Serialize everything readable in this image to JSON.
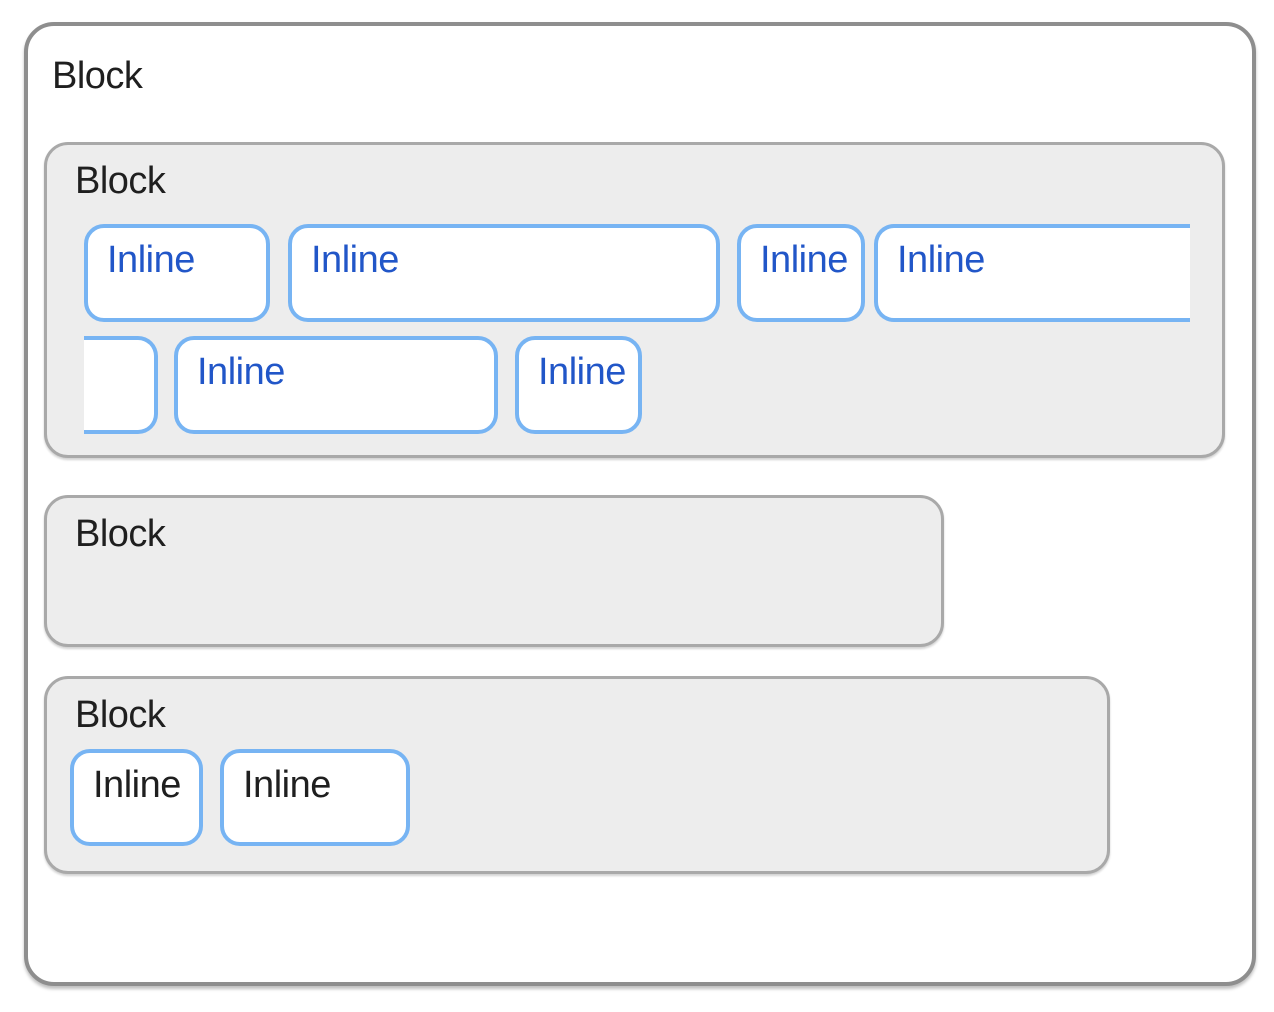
{
  "diagram": {
    "outer": {
      "label": "Block"
    },
    "blocks": [
      {
        "label": "Block",
        "inlines": [
          {
            "label": "Inline"
          },
          {
            "label": "Inline"
          },
          {
            "label": "Inline"
          },
          {
            "label": "Inline"
          },
          {
            "label": ""
          },
          {
            "label": "Inline"
          },
          {
            "label": "Inline"
          }
        ]
      },
      {
        "label": "Block",
        "inlines": []
      },
      {
        "label": "Block",
        "inlines": [
          {
            "label": "Inline"
          },
          {
            "label": "Inline"
          }
        ]
      }
    ],
    "colors": {
      "outer_background": "#ffffff",
      "outer_border": "#8e8e8e",
      "block_background": "#ededed",
      "block_border": "#a9a9a9",
      "inline_background": "#ffffff",
      "inline_border": "#77b4f3",
      "inline_text_blue": "#2156c8",
      "label_text": "#1f1f1f"
    }
  }
}
